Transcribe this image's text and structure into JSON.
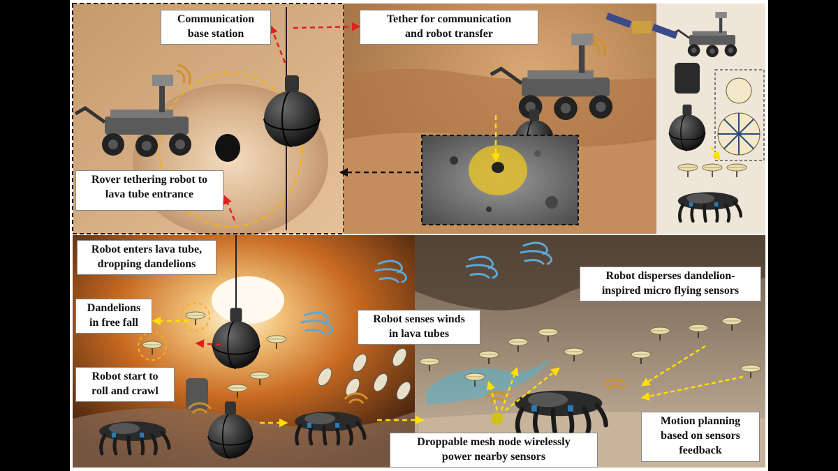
{
  "panels": [
    {
      "name": "rover-tethering-panel"
    },
    {
      "name": "mars-surface-panel"
    },
    {
      "name": "robot-modules-panel"
    },
    {
      "name": "lava-tube-entry-panel"
    },
    {
      "name": "lava-tube-cave-panel"
    }
  ],
  "labels": {
    "base_station": "Communication\nbase station",
    "tether": "Tether for communication\nand robot transfer",
    "rover_tethering": "Rover tethering robot to\nlava tube entrance",
    "enters_tube": "Robot enters lava tube,\ndropping dandelions",
    "free_fall": "Dandelions\nin free fall",
    "roll_crawl": "Robot start to\nroll and crawl",
    "senses_winds": "Robot senses winds\nin lava tubes",
    "disperses": "Robot disperses dandelion-\ninspired micro flying sensors",
    "mesh_node": "Droppable mesh node wirelessly\npower nearby sensors",
    "motion_planning": "Motion planning\nbased on sensors\nfeedback"
  },
  "colors": {
    "arrow_red": "#e02020",
    "arrow_yellow": "#ffe000",
    "arrow_black": "#111111",
    "wind_blue": "#5aa8d8",
    "mars_sand": "#c8935c",
    "lava_orange": "#d9822b",
    "cave_gray": "#8a7a6a"
  },
  "icons": [
    "rover-icon",
    "spherical-robot-icon",
    "satellite-icon",
    "crawler-robot-icon",
    "dandelion-sensor-icon",
    "wind-icon",
    "signal-icon",
    "mesh-node-icon",
    "crater-map-icon"
  ]
}
